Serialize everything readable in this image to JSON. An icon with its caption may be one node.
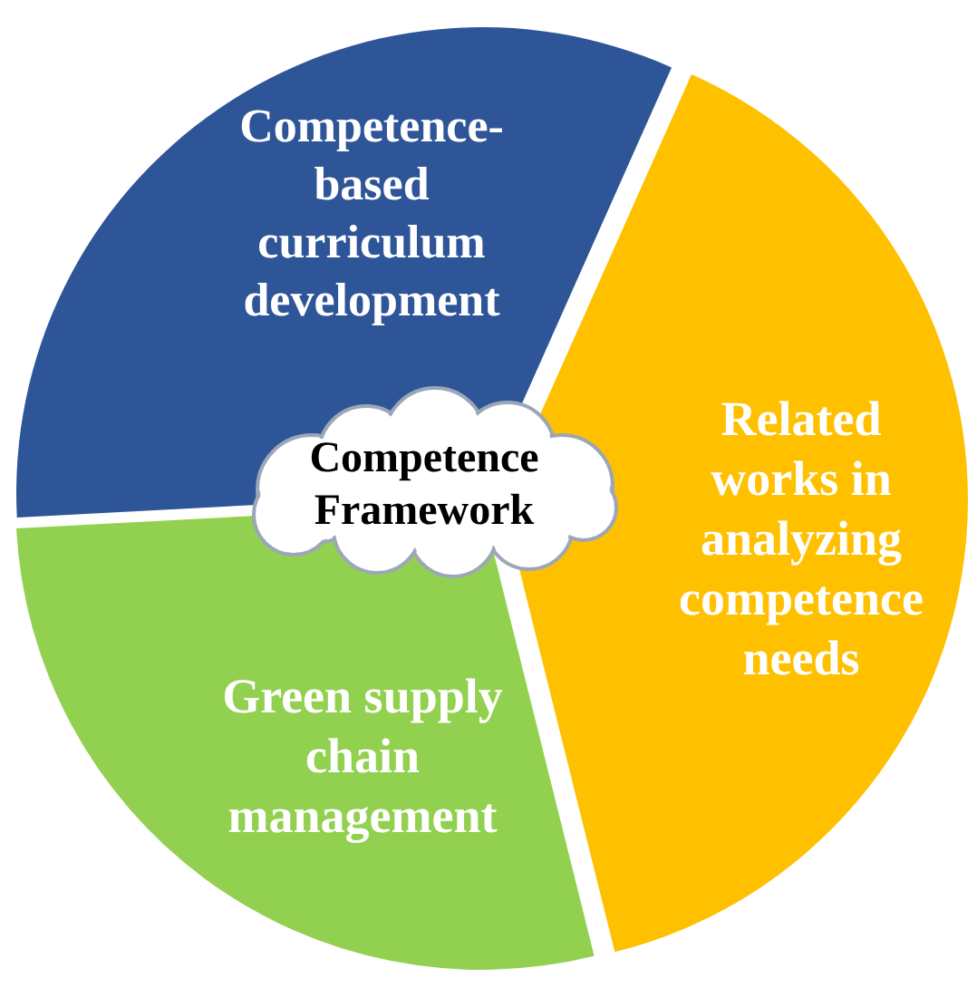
{
  "diagram": {
    "nodes": [
      {
        "text": [
          "Competence-based curriculum development"
        ]
      },
      {
        "text": [
          "Related works in analyzing competence needs"
        ]
      },
      {
        "text": [
          "Green supply chain management"
        ]
      },
      {
        "text": [
          "Competence Framework"
        ]
      }
    ]
  }
}
